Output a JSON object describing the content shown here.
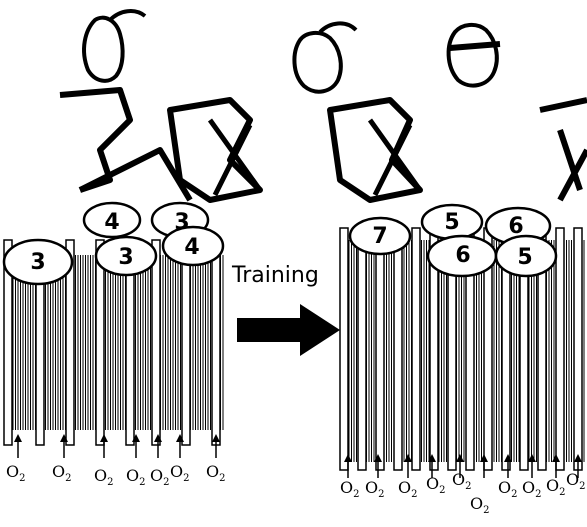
{
  "label": "Training",
  "left_bundle_numbers": [
    "3",
    "4",
    "3",
    "3",
    "4"
  ],
  "right_bundle_numbers": [
    "7",
    "5",
    "6",
    "6",
    "5"
  ],
  "o2_text": "O",
  "o2_sub": "2",
  "colors": {
    "ink": "#000000",
    "paper": "#ffffff"
  }
}
